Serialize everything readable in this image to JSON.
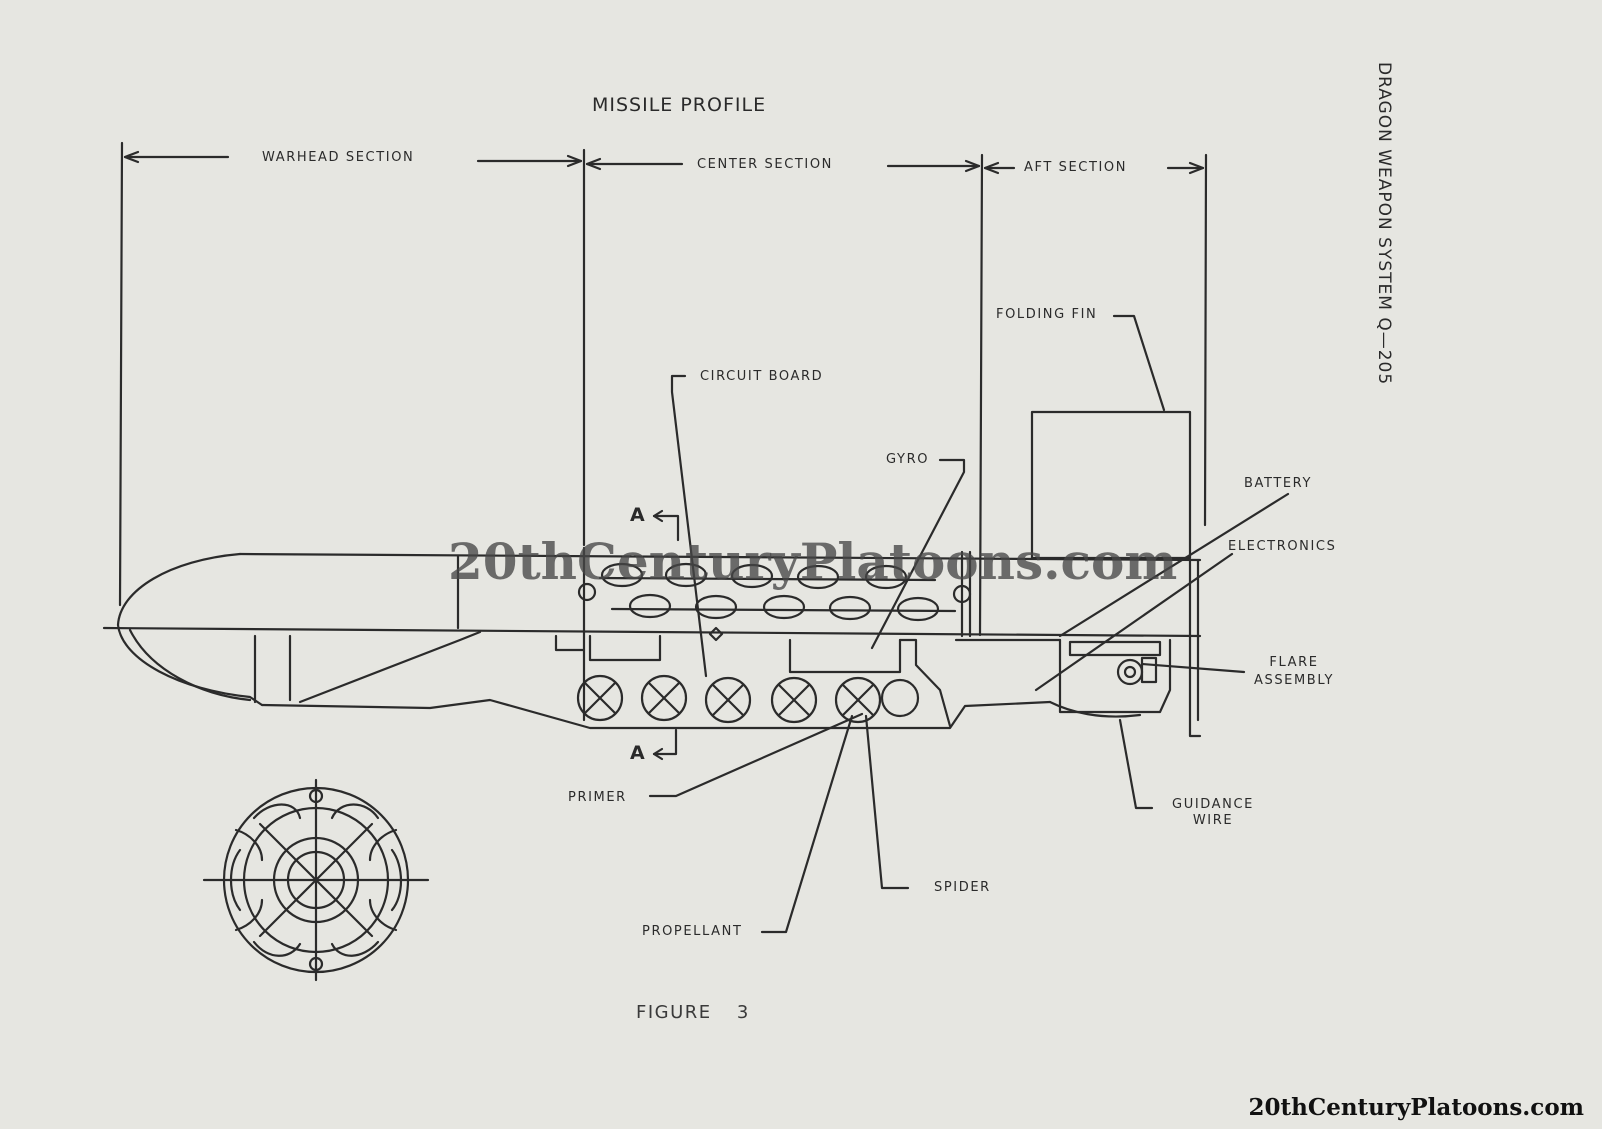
{
  "title": "MISSILE PROFILE",
  "document_title": "DRAGON WEAPON SYSTEM Q—205",
  "sections": {
    "warhead": "WARHEAD SECTION",
    "center": "CENTER SECTION",
    "aft": "AFT SECTION"
  },
  "labels": {
    "folding_fin": "FOLDING FIN",
    "circuit_board": "CIRCUIT BOARD",
    "gyro": "GYRO",
    "battery": "BATTERY",
    "electronics": "ELECTRONICS",
    "flare_line1": "FLARE",
    "flare_line2": "ASSEMBLY",
    "guidance_line1": "GUIDANCE",
    "guidance_line2": "WIRE",
    "primer": "PRIMER",
    "spider": "SPIDER",
    "propellant": "PROPELLANT"
  },
  "section_marker": "A",
  "figure_caption": "FIGURE",
  "figure_number": "3",
  "watermark": "20thCenturyPlatoons.com",
  "footer_watermark": "20thCenturyPlatoons.com",
  "colors": {
    "paper": "#e6e6e1",
    "ink": "#2a2a2a"
  }
}
